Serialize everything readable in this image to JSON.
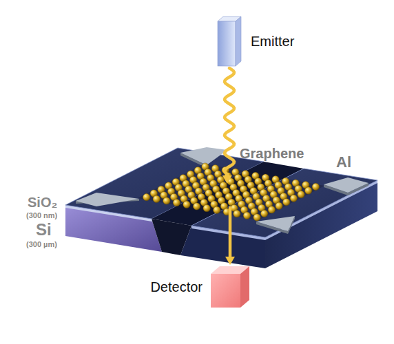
{
  "diagram": {
    "nodes": [
      {
        "text": [
          "Emitter"
        ]
      },
      {
        "text": [
          "Detector"
        ]
      }
    ],
    "edges": [
      {
        "from": 0,
        "to": 1,
        "arrow": "to"
      }
    ],
    "labels": [
      "Graphene",
      "Al",
      "SiO₂",
      "(300 nm)",
      "Si",
      "(300 µm)"
    ]
  }
}
